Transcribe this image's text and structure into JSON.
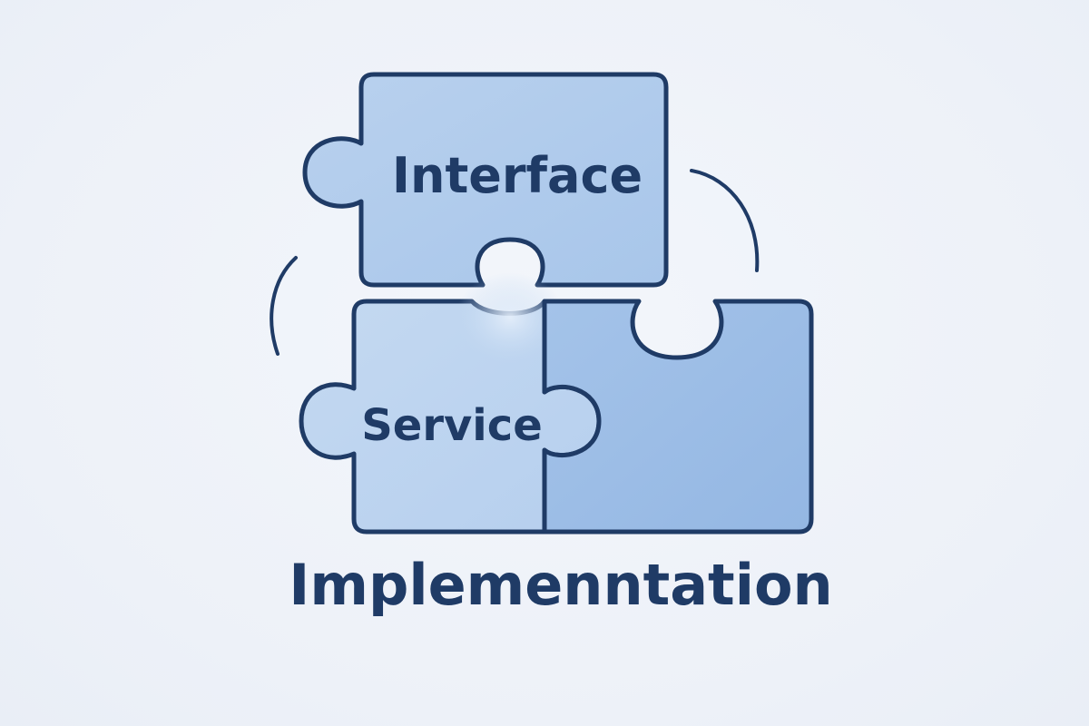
{
  "pieces": {
    "interface": {
      "label": "Interface"
    },
    "service": {
      "label": "Service"
    },
    "implementation": {
      "label": ""
    }
  },
  "caption": "Implemenntation",
  "colors": {
    "outline": "#1f3b66",
    "piece_light": "#c2d7ef",
    "piece_mid": "#a9c7ea",
    "piece_dark": "#98bbe5",
    "background": "#eef2f9",
    "text": "#1f3b66"
  },
  "connectors": [
    "left-arc",
    "right-arc"
  ]
}
